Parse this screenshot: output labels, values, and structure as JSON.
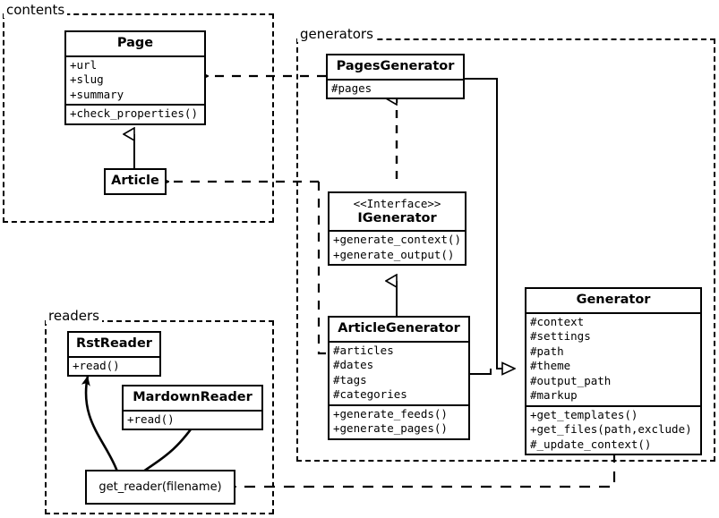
{
  "diagram": {
    "title": "UML class diagram",
    "stroke_color": "#000000",
    "background_color": "#ffffff"
  },
  "packages": [
    {
      "id": "contents",
      "label": "contents"
    },
    {
      "id": "generators",
      "label": "generators"
    },
    {
      "id": "readers",
      "label": "readers"
    }
  ],
  "classes": {
    "page": {
      "name": "Page",
      "attributes": [
        "+url",
        "+slug",
        "+summary"
      ],
      "operations": [
        "+check_properties()"
      ]
    },
    "article": {
      "name": "Article",
      "attributes": [],
      "operations": []
    },
    "pages_generator": {
      "name": "PagesGenerator",
      "attributes": [
        "#pages"
      ],
      "operations": []
    },
    "igenerator": {
      "stereotype": "<<Interface>>",
      "name": "IGenerator",
      "attributes": [],
      "operations": [
        "+generate_context()",
        "+generate_output()"
      ]
    },
    "article_generator": {
      "name": "ArticleGenerator",
      "attributes": [
        "#articles",
        "#dates",
        "#tags",
        "#categories"
      ],
      "operations": [
        "+generate_feeds()",
        "+generate_pages()"
      ]
    },
    "generator": {
      "name": "Generator",
      "attributes": [
        "#context",
        "#settings",
        "#path",
        "#theme",
        "#output_path",
        "#markup"
      ],
      "operations": [
        "+get_templates()",
        "+get_files(path,exclude)",
        "#_update_context()"
      ]
    },
    "rst_reader": {
      "name": "RstReader",
      "operations": [
        "+read()"
      ]
    },
    "mardown_reader": {
      "name": "MardownReader",
      "operations": [
        "+read()"
      ]
    },
    "get_reader": {
      "name": "get_reader(filename)"
    }
  },
  "relationships": [
    {
      "id": "article-generalizes-page",
      "from": "Article",
      "to": "Page",
      "type": "generalization"
    },
    {
      "id": "pagesgenerator-realizes-igenerator",
      "from": "PagesGenerator",
      "to": "IGenerator",
      "type": "realization"
    },
    {
      "id": "articlegenerator-generalizes-igenerator",
      "from": "ArticleGenerator",
      "to": "IGenerator",
      "type": "generalization"
    },
    {
      "id": "pagesgenerator-uses-page",
      "from": "PagesGenerator",
      "to": "Page",
      "type": "dependency"
    },
    {
      "id": "articlegenerator-uses-article",
      "from": "ArticleGenerator",
      "to": "Article",
      "type": "dependency"
    },
    {
      "id": "pagesgenerator-aggregated-generator",
      "from": "PagesGenerator",
      "to": "Generator",
      "type": "aggregation"
    },
    {
      "id": "articlegenerator-aggregated-generator",
      "from": "ArticleGenerator",
      "to": "Generator",
      "type": "aggregation"
    },
    {
      "id": "generator-uses-getreader",
      "from": "Generator",
      "to": "get_reader(filename)",
      "type": "dependency"
    },
    {
      "id": "getreader-creates-rstreader",
      "from": "get_reader(filename)",
      "to": "RstReader",
      "type": "creates"
    },
    {
      "id": "getreader-creates-mardownreader",
      "from": "get_reader(filename)",
      "to": "MardownReader",
      "type": "creates"
    }
  ]
}
